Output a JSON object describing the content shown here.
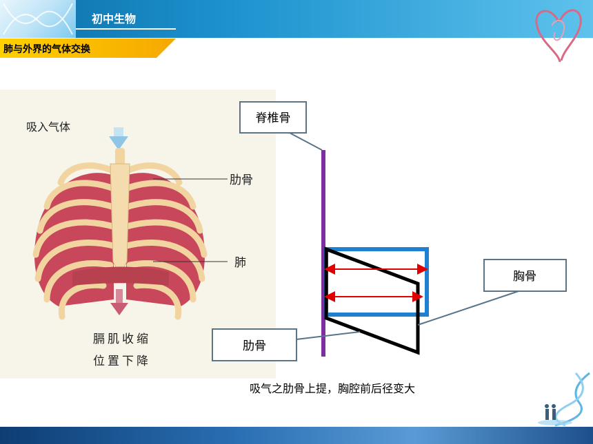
{
  "header": {
    "course_title": "初中生物"
  },
  "topic": {
    "title": "肺与外界的气体交换"
  },
  "illustration": {
    "label_inhale": "吸入气体",
    "label_rib": "肋骨",
    "label_lung": "肺",
    "label_diaphragm_line1": "膈肌收缩",
    "label_diaphragm_line2": "位置下降"
  },
  "diagram": {
    "label_spine": "脊椎骨",
    "label_sternum": "胸骨",
    "label_rib": "肋骨",
    "caption": "吸气之肋骨上提，胸腔前后径变大",
    "colors": {
      "spine": "#7b2fa0",
      "box": "#1f7fd1",
      "arrow": "#e00000",
      "rib": "#000000"
    }
  }
}
